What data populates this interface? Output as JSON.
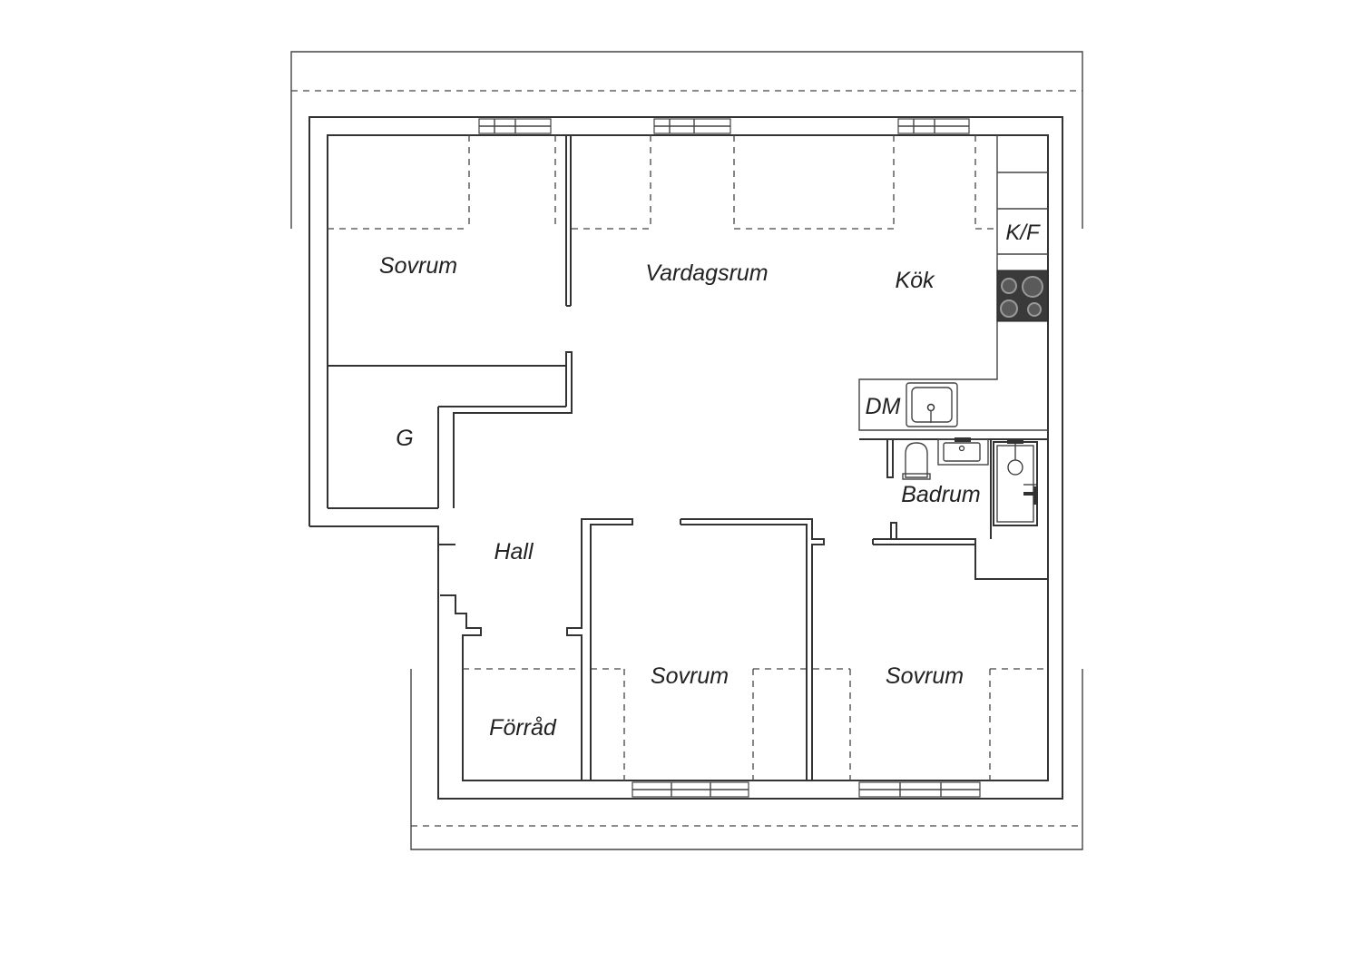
{
  "floorplan": {
    "rooms": {
      "sovrum_top": "Sovrum",
      "vardagsrum": "Vardagsrum",
      "kok": "Kök",
      "kf": "K/F",
      "dm": "DM",
      "g": "G",
      "badrum": "Badrum",
      "hall": "Hall",
      "forrad": "Förråd",
      "sovrum_mid": "Sovrum",
      "sovrum_right": "Sovrum"
    },
    "colors": {
      "wall": "#333333",
      "stove": "#3a3a3a",
      "background": "#ffffff"
    }
  }
}
